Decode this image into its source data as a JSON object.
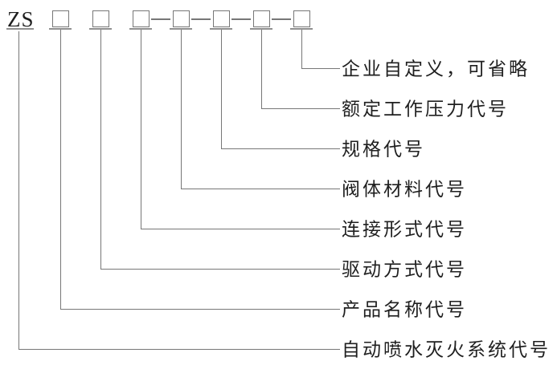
{
  "diagram": {
    "title_semantic": "model-designation-diagram",
    "prefix": "ZS",
    "box_count": 7,
    "rows": [
      {
        "label": "企业自定义，可省略"
      },
      {
        "label": "额定工作压力代号"
      },
      {
        "label": "规格代号"
      },
      {
        "label": "阀体材料代号"
      },
      {
        "label": "连接形式代号"
      },
      {
        "label": "驱动方式代号"
      },
      {
        "label": "产品名称代号"
      },
      {
        "label": "自动喷水灭火系统代号"
      }
    ],
    "colors": {
      "line": "#777777",
      "tick": "#909090",
      "text": "#1f1f1f",
      "background": "#ffffff"
    }
  }
}
